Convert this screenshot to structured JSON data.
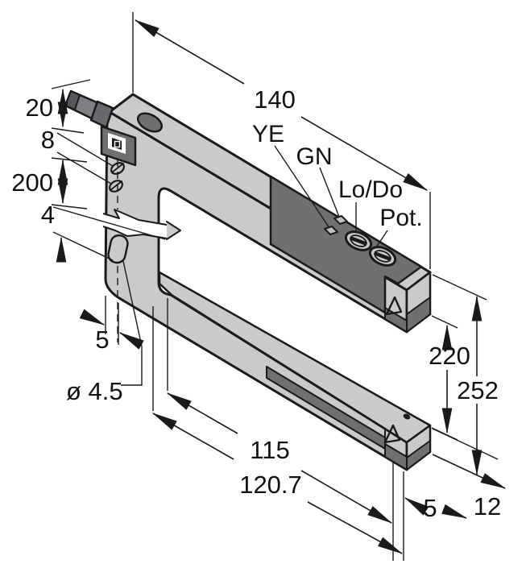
{
  "drawing": {
    "background": "#ffffff",
    "body_color": "#c9cacb",
    "panel_color": "#6e7072",
    "outline_color": "#1a1a1a",
    "dimensions": {
      "top_length": "140",
      "left_height_top": "20",
      "left_connector": "8",
      "left_hole_spacing": "200",
      "left_offset": "4",
      "left_edge_to_hole": "5",
      "hole_diameter": "ø 4.5",
      "bottom_inner_length": "115",
      "bottom_outer_length": "120.7",
      "right_slot_height": "220",
      "right_total_height": "252",
      "right_end_offset": "5",
      "right_arm_height": "12"
    },
    "controls": {
      "yellow_led": "YE",
      "green_led": "GN",
      "light_dark_switch": "Lo/Do",
      "potentiometer": "Pot."
    }
  }
}
